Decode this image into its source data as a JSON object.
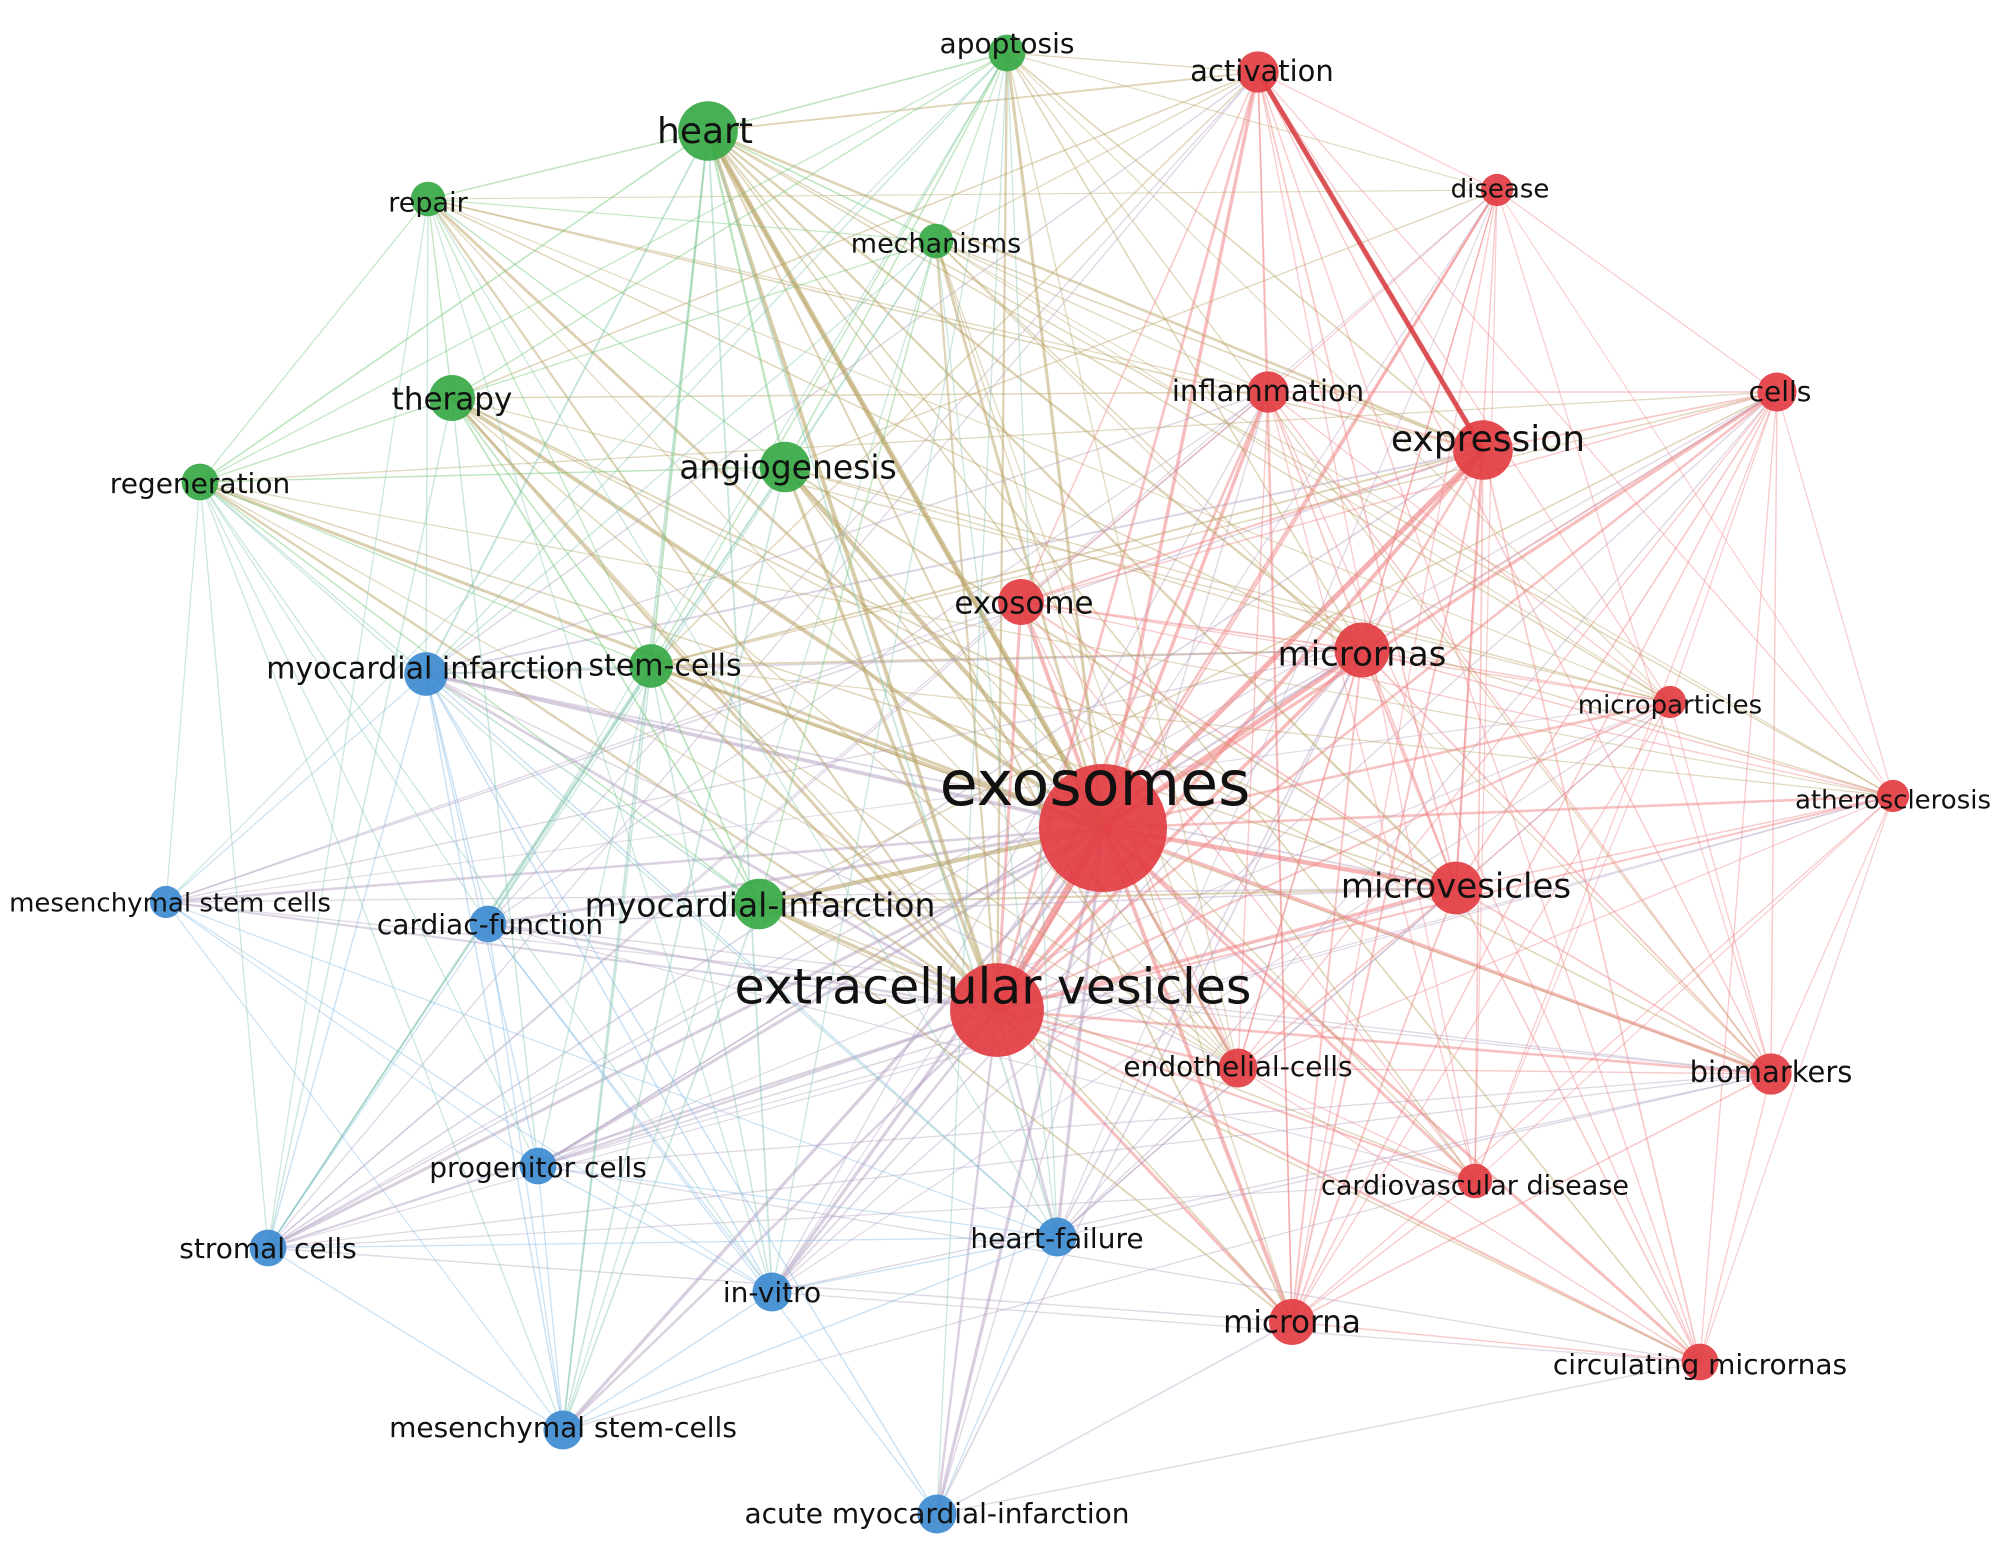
{
  "colors": {
    "red": "#e53b3f",
    "green": "#3cb44b",
    "blue": "#3d8fd6",
    "background": "#ffffff"
  },
  "nodes": [
    {
      "id": "exosomes",
      "label": "exosomes",
      "cluster": "red",
      "weight": 10
    },
    {
      "id": "extracellular-vesicles",
      "label": "extracellular vesicles",
      "cluster": "red",
      "weight": 7
    },
    {
      "id": "expression",
      "label": "expression",
      "cluster": "red",
      "weight": 4
    },
    {
      "id": "micrornas",
      "label": "micrornas",
      "cluster": "red",
      "weight": 3.6
    },
    {
      "id": "microvesicles",
      "label": "microvesicles",
      "cluster": "red",
      "weight": 3.4
    },
    {
      "id": "exosome",
      "label": "exosome",
      "cluster": "red",
      "weight": 2.8
    },
    {
      "id": "activation",
      "label": "activation",
      "cluster": "red",
      "weight": 2.4
    },
    {
      "id": "inflammation",
      "label": "inflammation",
      "cluster": "red",
      "weight": 2.4
    },
    {
      "id": "cells",
      "label": "cells",
      "cluster": "red",
      "weight": 2.2
    },
    {
      "id": "disease",
      "label": "disease",
      "cluster": "red",
      "weight": 1.6
    },
    {
      "id": "microparticles",
      "label": "microparticles",
      "cluster": "red",
      "weight": 1.6
    },
    {
      "id": "atherosclerosis",
      "label": "atherosclerosis",
      "cluster": "red",
      "weight": 1.6
    },
    {
      "id": "biomarkers",
      "label": "biomarkers",
      "cluster": "red",
      "weight": 2.4
    },
    {
      "id": "endothelial-cells",
      "label": "endothelial-cells",
      "cluster": "red",
      "weight": 2.2
    },
    {
      "id": "cardiovascular-disease",
      "label": "cardiovascular disease",
      "cluster": "red",
      "weight": 1.8
    },
    {
      "id": "microrna",
      "label": "microrna",
      "cluster": "red",
      "weight": 2.8
    },
    {
      "id": "circulating-micrornas",
      "label": "circulating micrornas",
      "cluster": "red",
      "weight": 2
    },
    {
      "id": "heart",
      "label": "heart",
      "cluster": "green",
      "weight": 4
    },
    {
      "id": "apoptosis",
      "label": "apoptosis",
      "cluster": "green",
      "weight": 2
    },
    {
      "id": "repair",
      "label": "repair",
      "cluster": "green",
      "weight": 1.8
    },
    {
      "id": "mechanisms",
      "label": "mechanisms",
      "cluster": "green",
      "weight": 1.8
    },
    {
      "id": "therapy",
      "label": "therapy",
      "cluster": "green",
      "weight": 2.8
    },
    {
      "id": "angiogenesis",
      "label": "angiogenesis",
      "cluster": "green",
      "weight": 3.2
    },
    {
      "id": "regeneration",
      "label": "regeneration",
      "cluster": "green",
      "weight": 2
    },
    {
      "id": "stem-cells",
      "label": "stem-cells",
      "cluster": "green",
      "weight": 2.6
    },
    {
      "id": "myocardial-infarction-g",
      "label": "myocardial-infarction",
      "cluster": "green",
      "weight": 3.2
    },
    {
      "id": "myocardial-infarction-b",
      "label": "myocardial infarction",
      "cluster": "blue",
      "weight": 2.6
    },
    {
      "id": "mesenchymal-stem-cells",
      "label": "mesenchymal stem cells",
      "cluster": "blue",
      "weight": 1.6
    },
    {
      "id": "cardiac-function",
      "label": "cardiac-function",
      "cluster": "blue",
      "weight": 2
    },
    {
      "id": "progenitor-cells",
      "label": "progenitor cells",
      "cluster": "blue",
      "weight": 2
    },
    {
      "id": "stromal-cells",
      "label": "stromal cells",
      "cluster": "blue",
      "weight": 2
    },
    {
      "id": "in-vitro",
      "label": "in-vitro",
      "cluster": "blue",
      "weight": 2.2
    },
    {
      "id": "heart-failure",
      "label": "heart-failure",
      "cluster": "blue",
      "weight": 2.2
    },
    {
      "id": "mesenchymal-stem-cells-2",
      "label": "mesenchymal stem-cells",
      "cluster": "blue",
      "weight": 2.2
    },
    {
      "id": "acute-myocardial-infarction",
      "label": "acute myocardial-infarction",
      "cluster": "blue",
      "weight": 2.2
    }
  ]
}
